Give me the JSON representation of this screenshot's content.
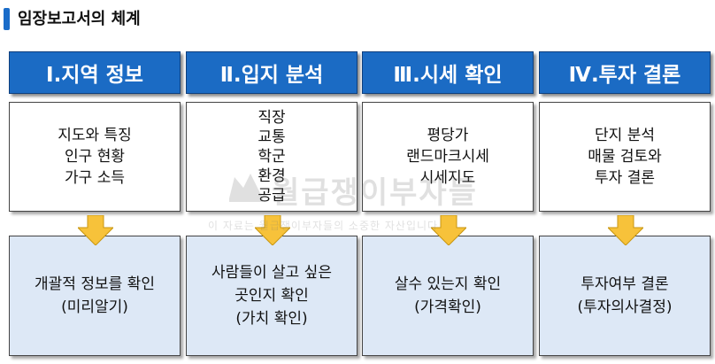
{
  "title": "임장보고서의 체계",
  "accent_color": "#1b6bc4",
  "arrow_color": "#f7c23a",
  "columns": [
    {
      "header": "Ⅰ.지역 정보",
      "details": [
        "지도와 특징",
        "인구 현황",
        "가구 소득"
      ],
      "result": [
        "개괄적 정보를 확인",
        "(미리알기)"
      ]
    },
    {
      "header": "Ⅱ.입지 분석",
      "details": [
        "직장",
        "교통",
        "학군",
        "환경",
        "공급"
      ],
      "result": [
        "사람들이 살고 싶은",
        "곳인지 확인",
        "(가치 확인)"
      ]
    },
    {
      "header": "Ⅲ.시세 확인",
      "details": [
        "평당가",
        "랜드마크시세",
        "시세지도"
      ],
      "result": [
        "살수 있는지 확인",
        "(가격확인)"
      ]
    },
    {
      "header": "Ⅳ.투자 결론",
      "details": [
        "단지 분석",
        "매물 검토와",
        "투자 결론"
      ],
      "result": [
        "투자여부 결론",
        "(투자의사결정)"
      ]
    }
  ],
  "watermark": {
    "name": "월급쟁이부자들",
    "notice": "이 자료는 월급쟁이부자들의 소중한 자산입니다"
  }
}
